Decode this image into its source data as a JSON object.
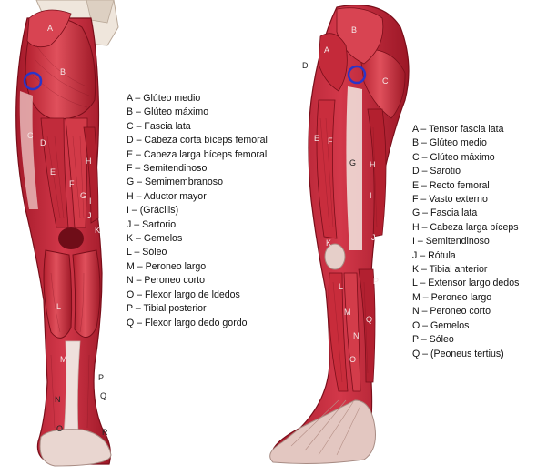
{
  "left_figure": {
    "legend": [
      "A – Glúteo medio",
      "B – Glúteo máximo",
      "C – Fascia lata",
      "D – Cabeza corta bíceps femoral",
      "E – Cabeza larga bíceps femoral",
      "F – Semitendinoso",
      "G – Semimembranoso",
      "H – Aductor mayor",
      "I – (Grácilis)",
      "J – Sartorio",
      "K – Gemelos",
      "L – Sóleo",
      "M – Peroneo largo",
      "N – Peroneo corto",
      "O – Flexor largo de ldedos",
      "P – Tibial posterior",
      "Q – Flexor largo dedo gordo"
    ],
    "labels": [
      "A",
      "B",
      "C",
      "D",
      "E",
      "F",
      "G",
      "H",
      "I",
      "J",
      "K",
      "L",
      "M",
      "N",
      "O",
      "P",
      "Q",
      "R"
    ]
  },
  "right_figure": {
    "legend": [
      "A – Tensor fascia lata",
      "B – Glúteo medio",
      "C – Glúteo máximo",
      "D – Sarotio",
      "E – Recto femoral",
      "F – Vasto externo",
      "G – Fascia lata",
      "H – Cabeza larga bíceps",
      "I – Semitendinoso",
      "J – Rótula",
      "K – Tibial anterior",
      "L – Extensor largo dedos",
      "M –  Peroneo largo",
      "N – Peroneo corto",
      "O – Gemelos",
      "P – Sóleo",
      "Q – (Peoneus tertius)"
    ],
    "labels": [
      "A",
      "B",
      "C",
      "D",
      "E",
      "F",
      "G",
      "H",
      "I",
      "J",
      "K",
      "L",
      "M",
      "N",
      "O",
      "P",
      "Q"
    ]
  },
  "colors": {
    "muscle": "#c8283a",
    "muscle_dark": "#8e1422",
    "tendon": "#efe0dc",
    "marker": "#2a34c8"
  }
}
